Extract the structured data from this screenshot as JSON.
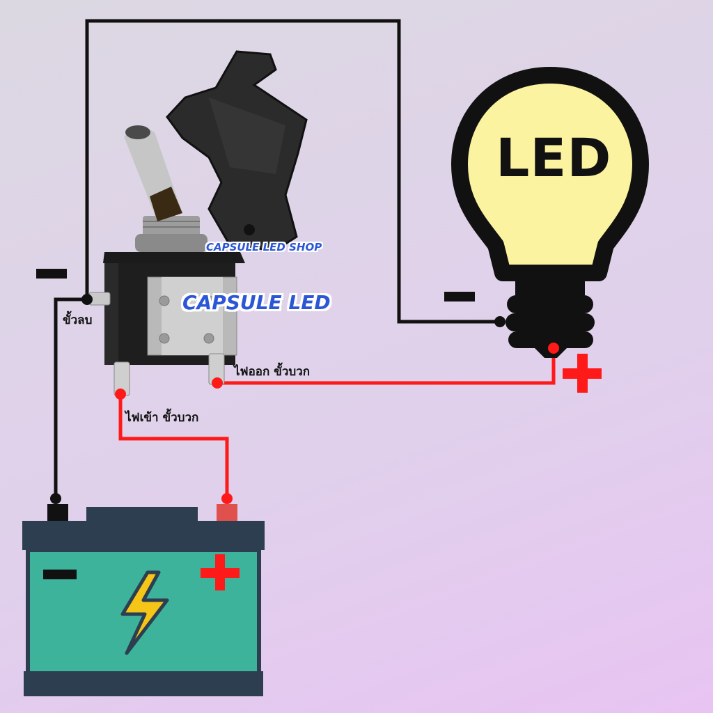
{
  "bulb": {
    "text": "LED"
  },
  "brand": {
    "shop": "CAPSULE LED SHOP",
    "name": "CAPSULE LED"
  },
  "labels": {
    "negative_terminal": "ขั้วลบ",
    "output_positive": "ไฟออก ขั้วบวก",
    "input_positive": "ไฟเข้า ขั้วบวก"
  },
  "colors": {
    "positive_wire": "#ff1a1a",
    "negative_wire": "#111111",
    "battery_body": "#3eb39c",
    "battery_frame": "#2c3e4f",
    "bulb_glass": "#fcf3a0",
    "bolt": "#f5c518",
    "brand_text": "#2b57d6"
  }
}
